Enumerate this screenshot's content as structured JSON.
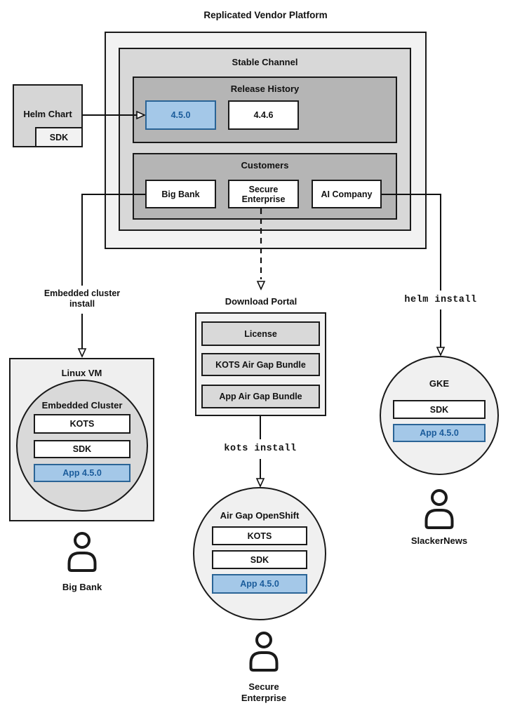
{
  "colors": {
    "highlight_fill": "#a4c8e8",
    "highlight_border": "#2a6496",
    "highlight_text": "#1b5c9b"
  },
  "title": "Replicated Vendor Platform",
  "platform": {
    "stable_channel_label": "Stable Channel",
    "release_history": {
      "label": "Release History",
      "current": "4.5.0",
      "previous": "4.4.6"
    },
    "customers": {
      "label": "Customers",
      "items": [
        {
          "name": "Big Bank"
        },
        {
          "name": "Secure Enterprise"
        },
        {
          "name": "AI Company"
        }
      ]
    }
  },
  "helm_chart": {
    "label": "Helm Chart",
    "sdk": "SDK"
  },
  "left_branch": {
    "arrow_label": "Embedded cluster install",
    "vm_label": "Linux VM",
    "cluster_label": "Embedded Cluster",
    "components": [
      "KOTS",
      "SDK",
      "App 4.5.0"
    ],
    "persona": "Big Bank"
  },
  "middle_branch": {
    "portal_label": "Download Portal",
    "portal_items": [
      "License",
      "KOTS Air Gap Bundle",
      "App Air Gap Bundle"
    ],
    "command": "kots install",
    "cluster_label": "Air Gap OpenShift",
    "components": [
      "KOTS",
      "SDK",
      "App 4.5.0"
    ],
    "persona": "Secure Enterprise"
  },
  "right_branch": {
    "command": "helm install",
    "cluster_label": "GKE",
    "components": [
      "SDK",
      "App 4.5.0"
    ],
    "persona": "SlackerNews"
  }
}
